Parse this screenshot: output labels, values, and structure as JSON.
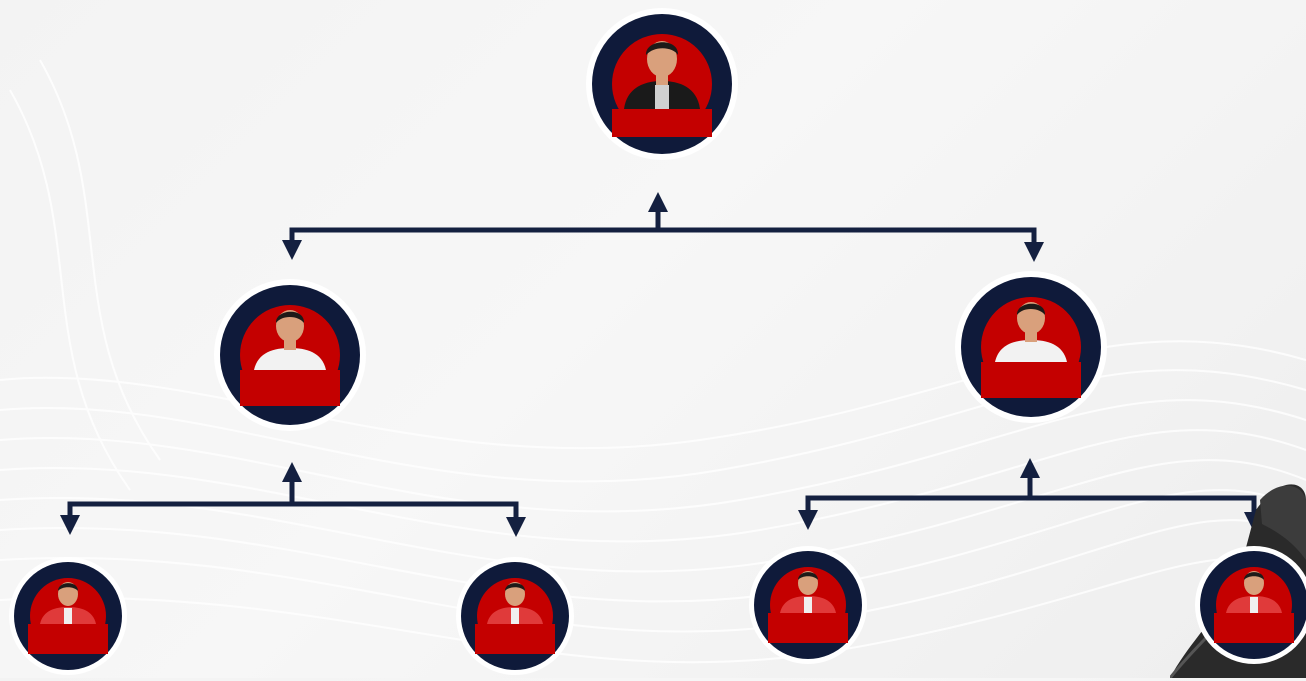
{
  "diagram": {
    "type": "org-chart",
    "levels": 3,
    "colors": {
      "connector": "#142040",
      "node_ring_outer": "#ffffff",
      "node_ring_inner": "#0f1a3a",
      "node_fill": "#c40000",
      "avatar_skin": "#d9a07c",
      "avatar_hair": "#1d1a18"
    },
    "nodes": [
      {
        "id": "root",
        "level": 1,
        "icon": "avatar-icon",
        "outfit": "dark-jacket"
      },
      {
        "id": "left-mid",
        "level": 2,
        "parent": "root",
        "icon": "avatar-icon",
        "outfit": "white-shirt"
      },
      {
        "id": "right-mid",
        "level": 2,
        "parent": "root",
        "icon": "avatar-icon",
        "outfit": "white-shirt"
      },
      {
        "id": "left-leaf-1",
        "level": 3,
        "parent": "left-mid",
        "icon": "avatar-icon",
        "outfit": "red-jacket"
      },
      {
        "id": "left-leaf-2",
        "level": 3,
        "parent": "left-mid",
        "icon": "avatar-icon",
        "outfit": "red-jacket"
      },
      {
        "id": "right-leaf-1",
        "level": 3,
        "parent": "right-mid",
        "icon": "avatar-icon",
        "outfit": "red-jacket"
      },
      {
        "id": "right-leaf-2",
        "level": 3,
        "parent": "right-mid",
        "icon": "avatar-icon",
        "outfit": "red-jacket"
      }
    ]
  }
}
